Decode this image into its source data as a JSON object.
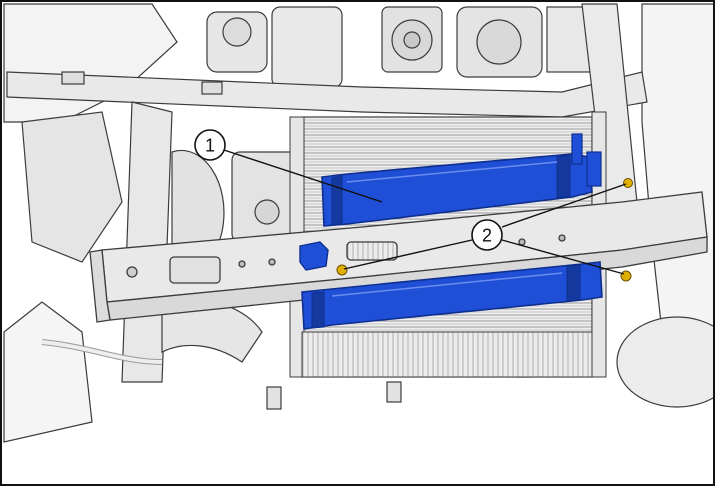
{
  "diagram": {
    "callouts": [
      {
        "label": "1",
        "part": "upper-cooler"
      },
      {
        "label": "2",
        "part": "fasteners"
      }
    ],
    "colors": {
      "highlight": "#1f4fd6",
      "highlight_dark": "#0f2f8f",
      "fastener": "#e0b000",
      "line_art": "#3c3c3c",
      "fill_light": "#efefef",
      "fill_mid": "#dcdcdc"
    }
  }
}
